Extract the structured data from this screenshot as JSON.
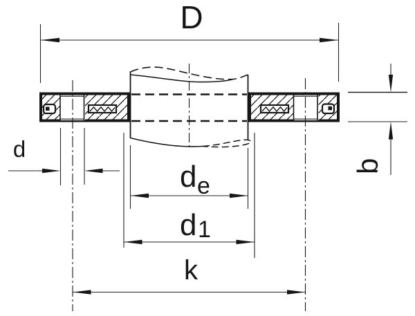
{
  "drawing": {
    "type": "technical-section-drawing",
    "labels": {
      "D": "D",
      "d": "d",
      "de_main": "d",
      "de_sub": "e",
      "d1_main": "d",
      "d1_sub": "1",
      "k": "k",
      "b": "b"
    },
    "colors": {
      "line": "#161616",
      "dimension_line": "#222222",
      "background": "#ffffff"
    }
  }
}
